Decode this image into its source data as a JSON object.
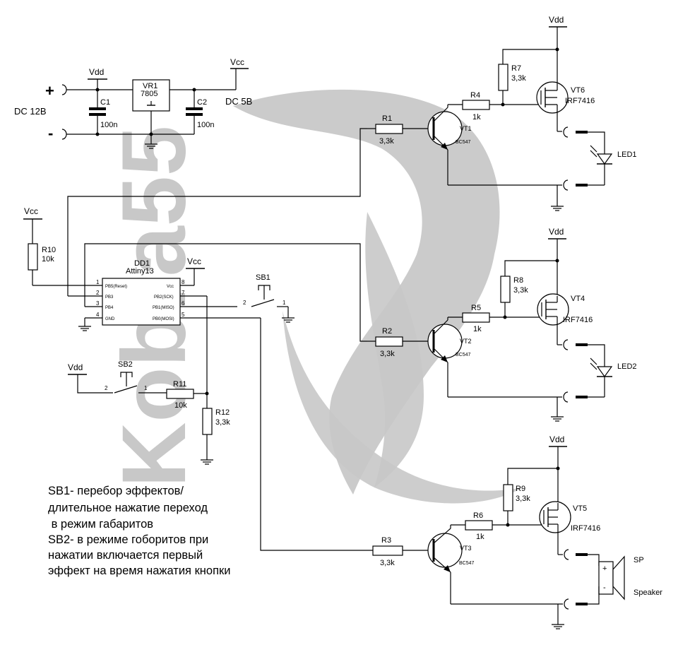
{
  "watermark": {
    "text": "Kobra55",
    "color": "#c8c8c8"
  },
  "power": {
    "plus": "+",
    "minus": "-",
    "dc_in": "DC 12В",
    "dc_out": "DC 5В",
    "vdd": "Vdd",
    "vcc": "Vcc",
    "regulator": {
      "ref": "VR1",
      "value": "7805"
    },
    "c1": {
      "ref": "C1",
      "value": "100n"
    },
    "c2": {
      "ref": "C2",
      "value": "100n"
    }
  },
  "mcu": {
    "ref": "DD1",
    "part": "Attiny13",
    "pins_left": [
      {
        "num": "1",
        "name": "PB5(Reset)"
      },
      {
        "num": "2",
        "name": "PB3"
      },
      {
        "num": "3",
        "name": "PB4"
      },
      {
        "num": "4",
        "name": "GND"
      }
    ],
    "pins_right": [
      {
        "num": "8",
        "name": "Vcc"
      },
      {
        "num": "7",
        "name": "PB2(SCK)"
      },
      {
        "num": "6",
        "name": "PB1(MISO)"
      },
      {
        "num": "5",
        "name": "PB0(MOSI)"
      }
    ]
  },
  "resistors": {
    "r1": {
      "ref": "R1",
      "value": "3,3k"
    },
    "r2": {
      "ref": "R2",
      "value": "3,3k"
    },
    "r3": {
      "ref": "R3",
      "value": "3,3k"
    },
    "r4": {
      "ref": "R4",
      "value": "1k"
    },
    "r5": {
      "ref": "R5",
      "value": "1k"
    },
    "r6": {
      "ref": "R6",
      "value": "1k"
    },
    "r7": {
      "ref": "R7",
      "value": "3,3k"
    },
    "r8": {
      "ref": "R8",
      "value": "3,3k"
    },
    "r9": {
      "ref": "R9",
      "value": "3,3k"
    },
    "r10": {
      "ref": "R10",
      "value": "10k"
    },
    "r11": {
      "ref": "R11",
      "value": "10k"
    },
    "r12": {
      "ref": "R12",
      "value": "3,3k"
    }
  },
  "transistors": {
    "vt1": {
      "ref": "VT1",
      "part": "BC547"
    },
    "vt2": {
      "ref": "VT2",
      "part": "BC547"
    },
    "vt3": {
      "ref": "VT3",
      "part": "BC547"
    },
    "vt4": {
      "ref": "VT4",
      "part": "IRF7416"
    },
    "vt5": {
      "ref": "VT5",
      "part": "IRF7416"
    },
    "vt6": {
      "ref": "VT6",
      "part": "IRF7416"
    }
  },
  "loads": {
    "led1": "LED1",
    "led2": "LED2",
    "sp_ref": "SP",
    "sp_name": "Speaker"
  },
  "switches": {
    "sb1": {
      "ref": "SB1",
      "pin_a": "2",
      "pin_b": "1"
    },
    "sb2": {
      "ref": "SB2",
      "pin_a": "2",
      "pin_b": "1"
    }
  },
  "notes": [
    "SB1- перебор эффектов/",
    "длительное нажатие переход",
    " в режим габаритов",
    "SB2- в режиме гоборитов при",
    "нажатии включается первый",
    "эффект на время нажатия кнопки"
  ]
}
